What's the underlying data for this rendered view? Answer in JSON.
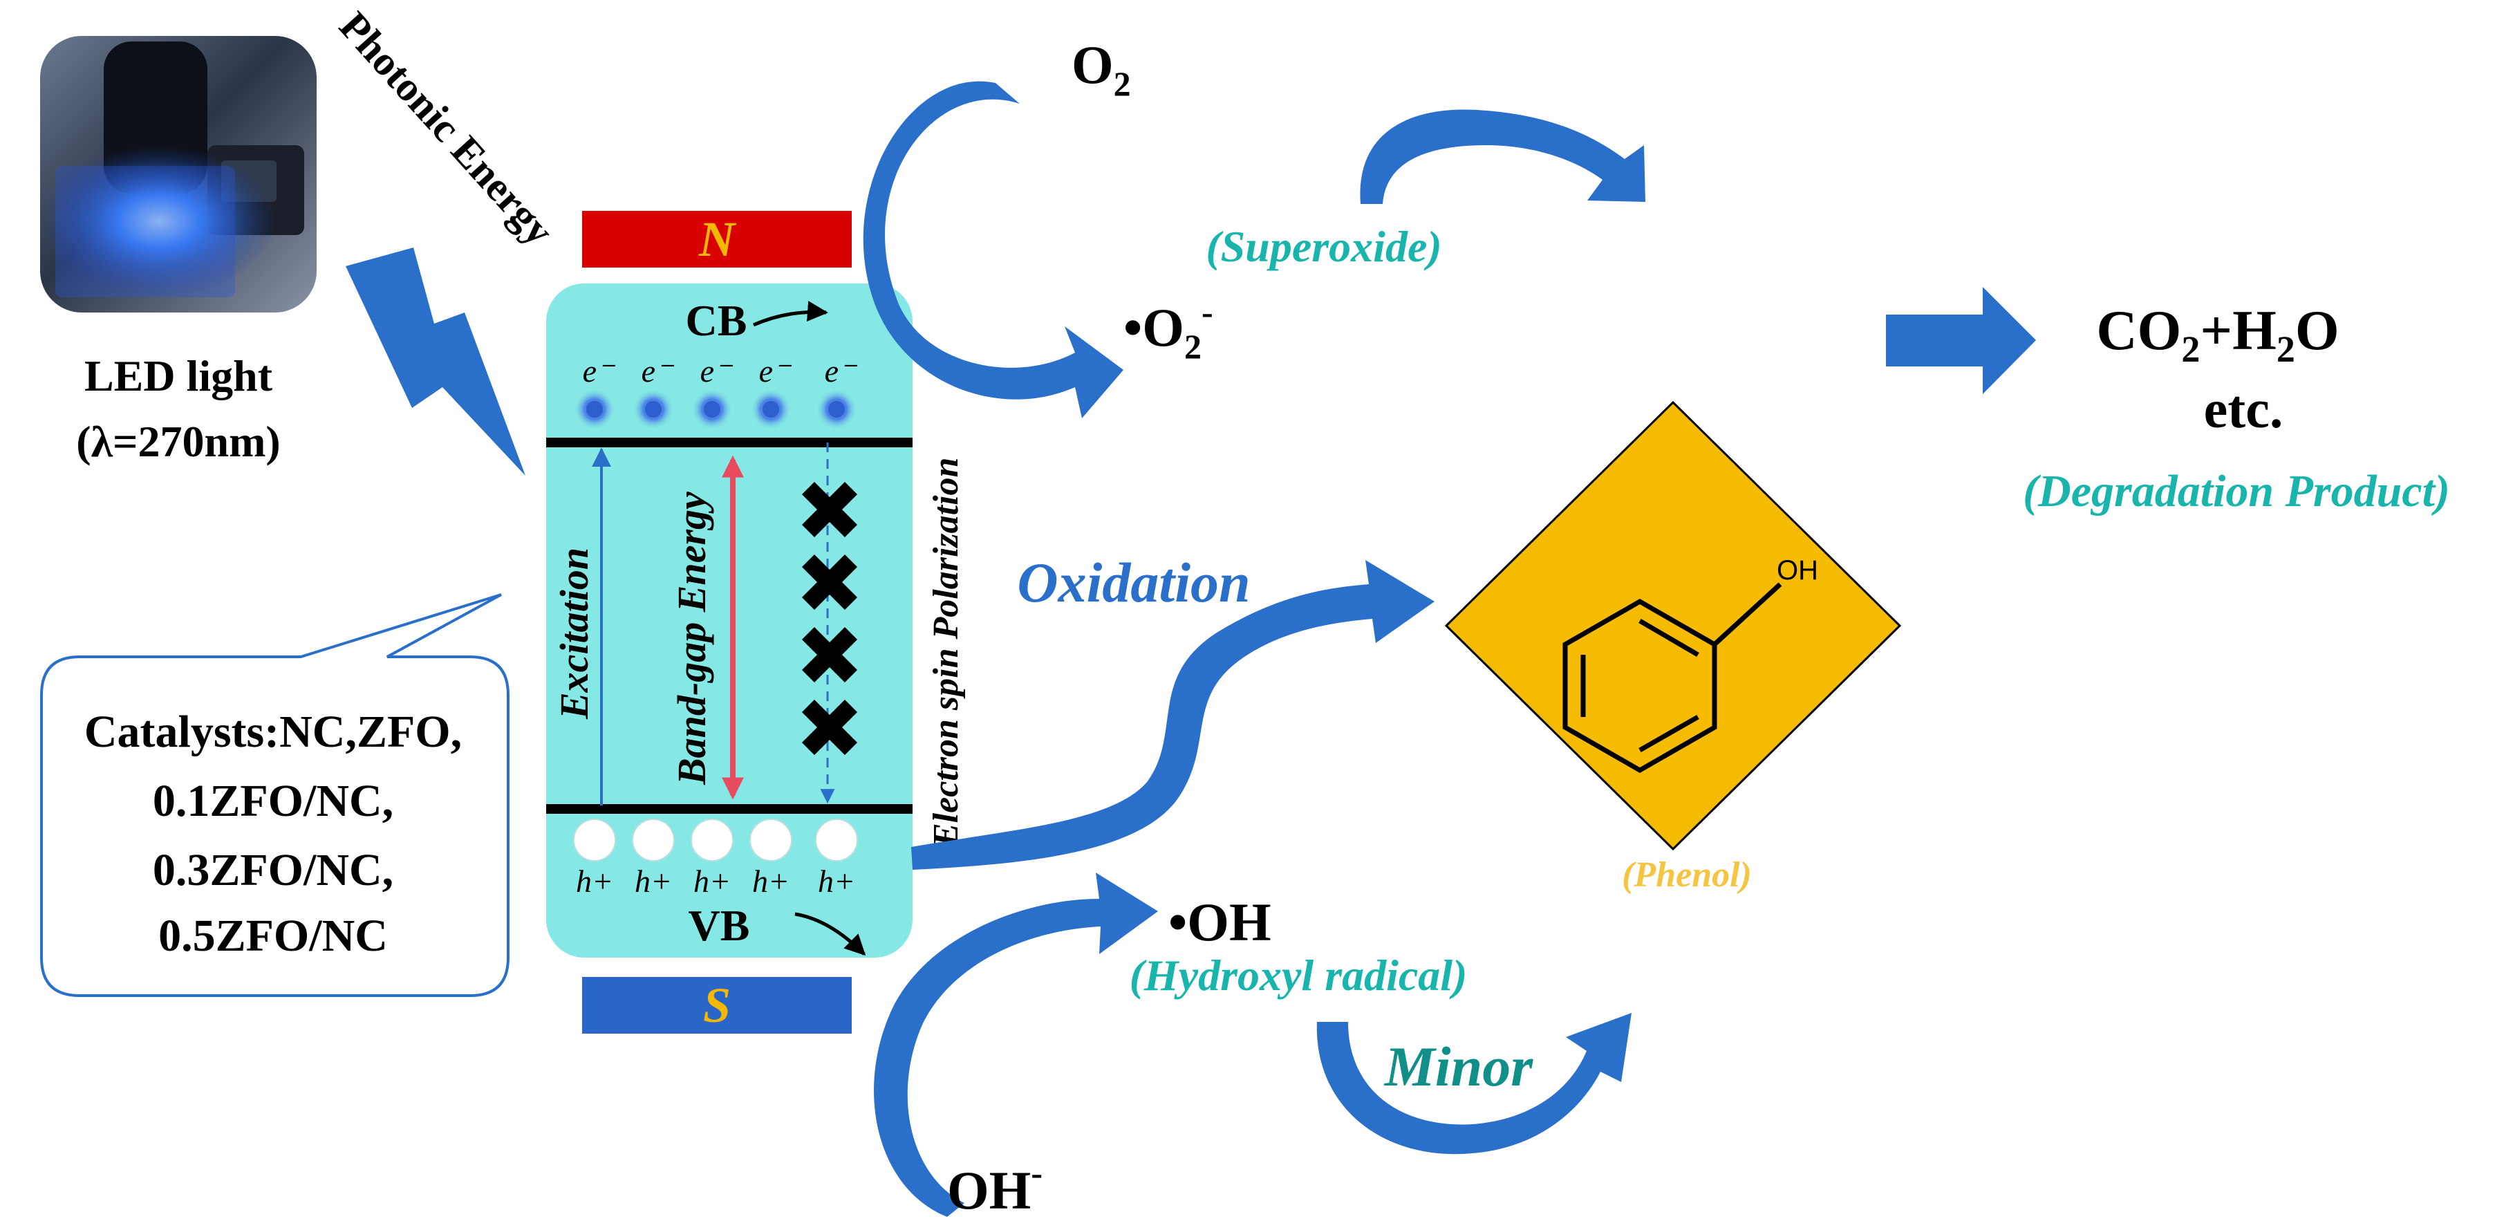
{
  "colors": {
    "arrow_blue": "#2a6fc9",
    "band_cyan": "#86e8e4",
    "n_red": "#d90000",
    "s_blue": "#2a66c8",
    "label_orange": "#f5b800",
    "teal_text": "#19b5ad",
    "phenol_yellow": "#f5bb00",
    "red_line": "#e84a5f",
    "electron_blue": "#2d5fcf"
  },
  "icons": {
    "photo": "led-photo-icon",
    "lightning": "lightning-bolt-icon",
    "cross": "cross-mark-icon",
    "arrow": "curved-arrow-icon",
    "phenol": "phenol-molecule-icon"
  },
  "light": {
    "photo_label": "LED light",
    "wavelength": "(λ=270nm)",
    "photonic": "Photonic Energy"
  },
  "catalysts": {
    "line1": "Catalysts:NC,ZFO,",
    "line2": "0.1ZFO/NC,",
    "line3": "0.3ZFO/NC,",
    "line4": "0.5ZFO/NC"
  },
  "band": {
    "n_label": "N",
    "s_label": "S",
    "cb": "CB",
    "vb": "VB",
    "excitation": "Excitation",
    "bandgap": "Band-gap Energy",
    "spin": "Electron spin Polarization",
    "electrons": [
      "e-",
      "e-",
      "e-",
      "e-",
      "e-"
    ],
    "holes": [
      "h+",
      "h+",
      "h+",
      "h+",
      "h+"
    ]
  },
  "species": {
    "o2": "O2",
    "superoxide_radical": "•O2-",
    "superoxide_label": "(Superoxide)",
    "oh_minus": "OH-",
    "hydroxyl_radical": "•OH",
    "hydroxyl_label": "(Hydroxyl radical)",
    "oxidation": "Oxidation",
    "minor": "Minor"
  },
  "phenol": {
    "oh": "OH",
    "label": "(Phenol)"
  },
  "product": {
    "formula": "CO2+H2O",
    "etc": "etc.",
    "label": "(Degradation Product)"
  }
}
